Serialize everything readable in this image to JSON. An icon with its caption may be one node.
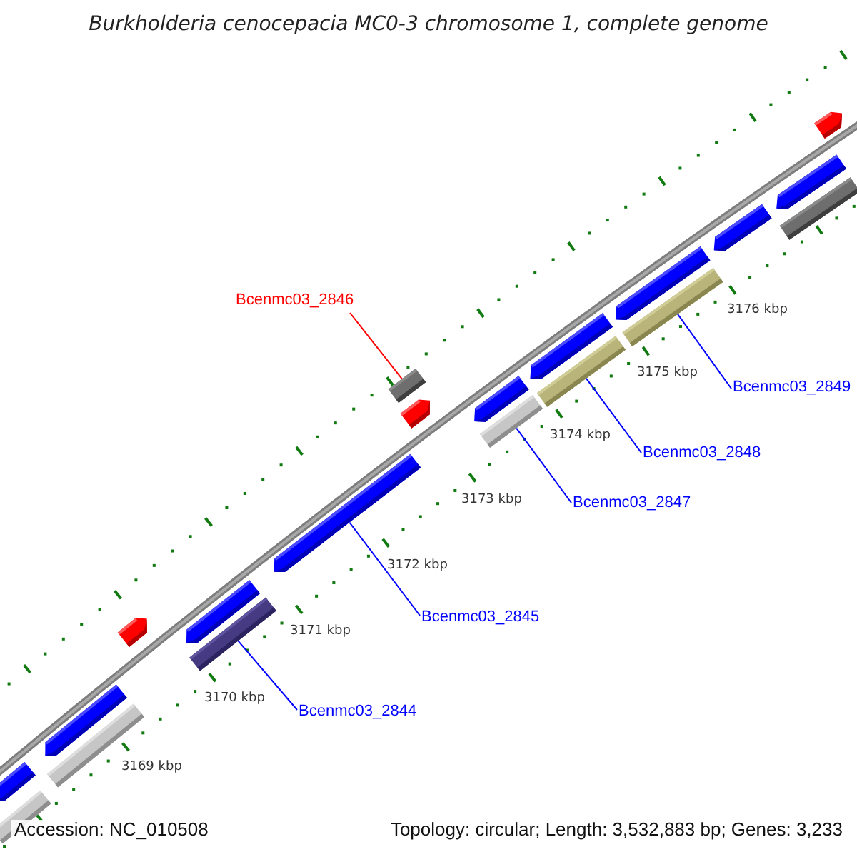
{
  "diagram": {
    "title": "Burkholderia cenocepacia MC0-3 chromosome 1, complete genome",
    "nodes": [
      {
        "text": [
          "Bcenmc03_2846"
        ]
      },
      {
        "text": [
          "Bcenmc03_2849"
        ]
      },
      {
        "text": [
          "Bcenmc03_2848"
        ]
      },
      {
        "text": [
          "Bcenmc03_2847"
        ]
      },
      {
        "text": [
          "Bcenmc03_2845"
        ]
      },
      {
        "text": [
          "Bcenmc03_2844"
        ]
      },
      {
        "text": [],
        "shape": "arrow"
      },
      {
        "text": [],
        "shape": "bar"
      },
      {
        "text": [],
        "shape": "arrow"
      },
      {
        "text": [],
        "shape": "bar"
      },
      {
        "text": [],
        "shape": "arrow"
      },
      {
        "text": [],
        "shape": "arrow"
      },
      {
        "text": [],
        "shape": "bar"
      },
      {
        "text": [],
        "shape": "arrow"
      },
      {
        "text": [],
        "shape": "bar"
      },
      {
        "text": [],
        "shape": "arrow"
      },
      {
        "text": [],
        "shape": "arrow"
      },
      {
        "text": [],
        "shape": "bar"
      },
      {
        "text": [],
        "shape": "arrow"
      },
      {
        "text": [],
        "shape": "bar"
      },
      {
        "text": [],
        "shape": "arrow"
      },
      {
        "text": [],
        "shape": "bar"
      },
      {
        "text": [],
        "shape": "arrow"
      },
      {
        "text": [],
        "shape": "arrow"
      },
      {
        "text": [],
        "shape": "bar"
      },
      {
        "text": [],
        "shape": "arrow"
      }
    ],
    "edges": [
      {
        "from": 0,
        "to": 14,
        "arrow": "none",
        "color": "#ff0000"
      },
      {
        "from": 1,
        "to": 21,
        "arrow": "none"
      },
      {
        "from": 2,
        "to": 19,
        "arrow": "none"
      },
      {
        "from": 3,
        "to": 17,
        "arrow": "none"
      },
      {
        "from": 4,
        "to": 13,
        "arrow": "none"
      },
      {
        "from": 5,
        "to": 12,
        "arrow": "none"
      }
    ],
    "labels": [
      "3176 kbp",
      "3175 kbp",
      "3174 kbp",
      "3173 kbp",
      "3172 kbp",
      "3171 kbp",
      "3170 kbp",
      "3169 kbp",
      "Accession: NC_010508",
      "Topology: circular; Length: 3,532,883 bp; Genes: 3,233"
    ]
  }
}
